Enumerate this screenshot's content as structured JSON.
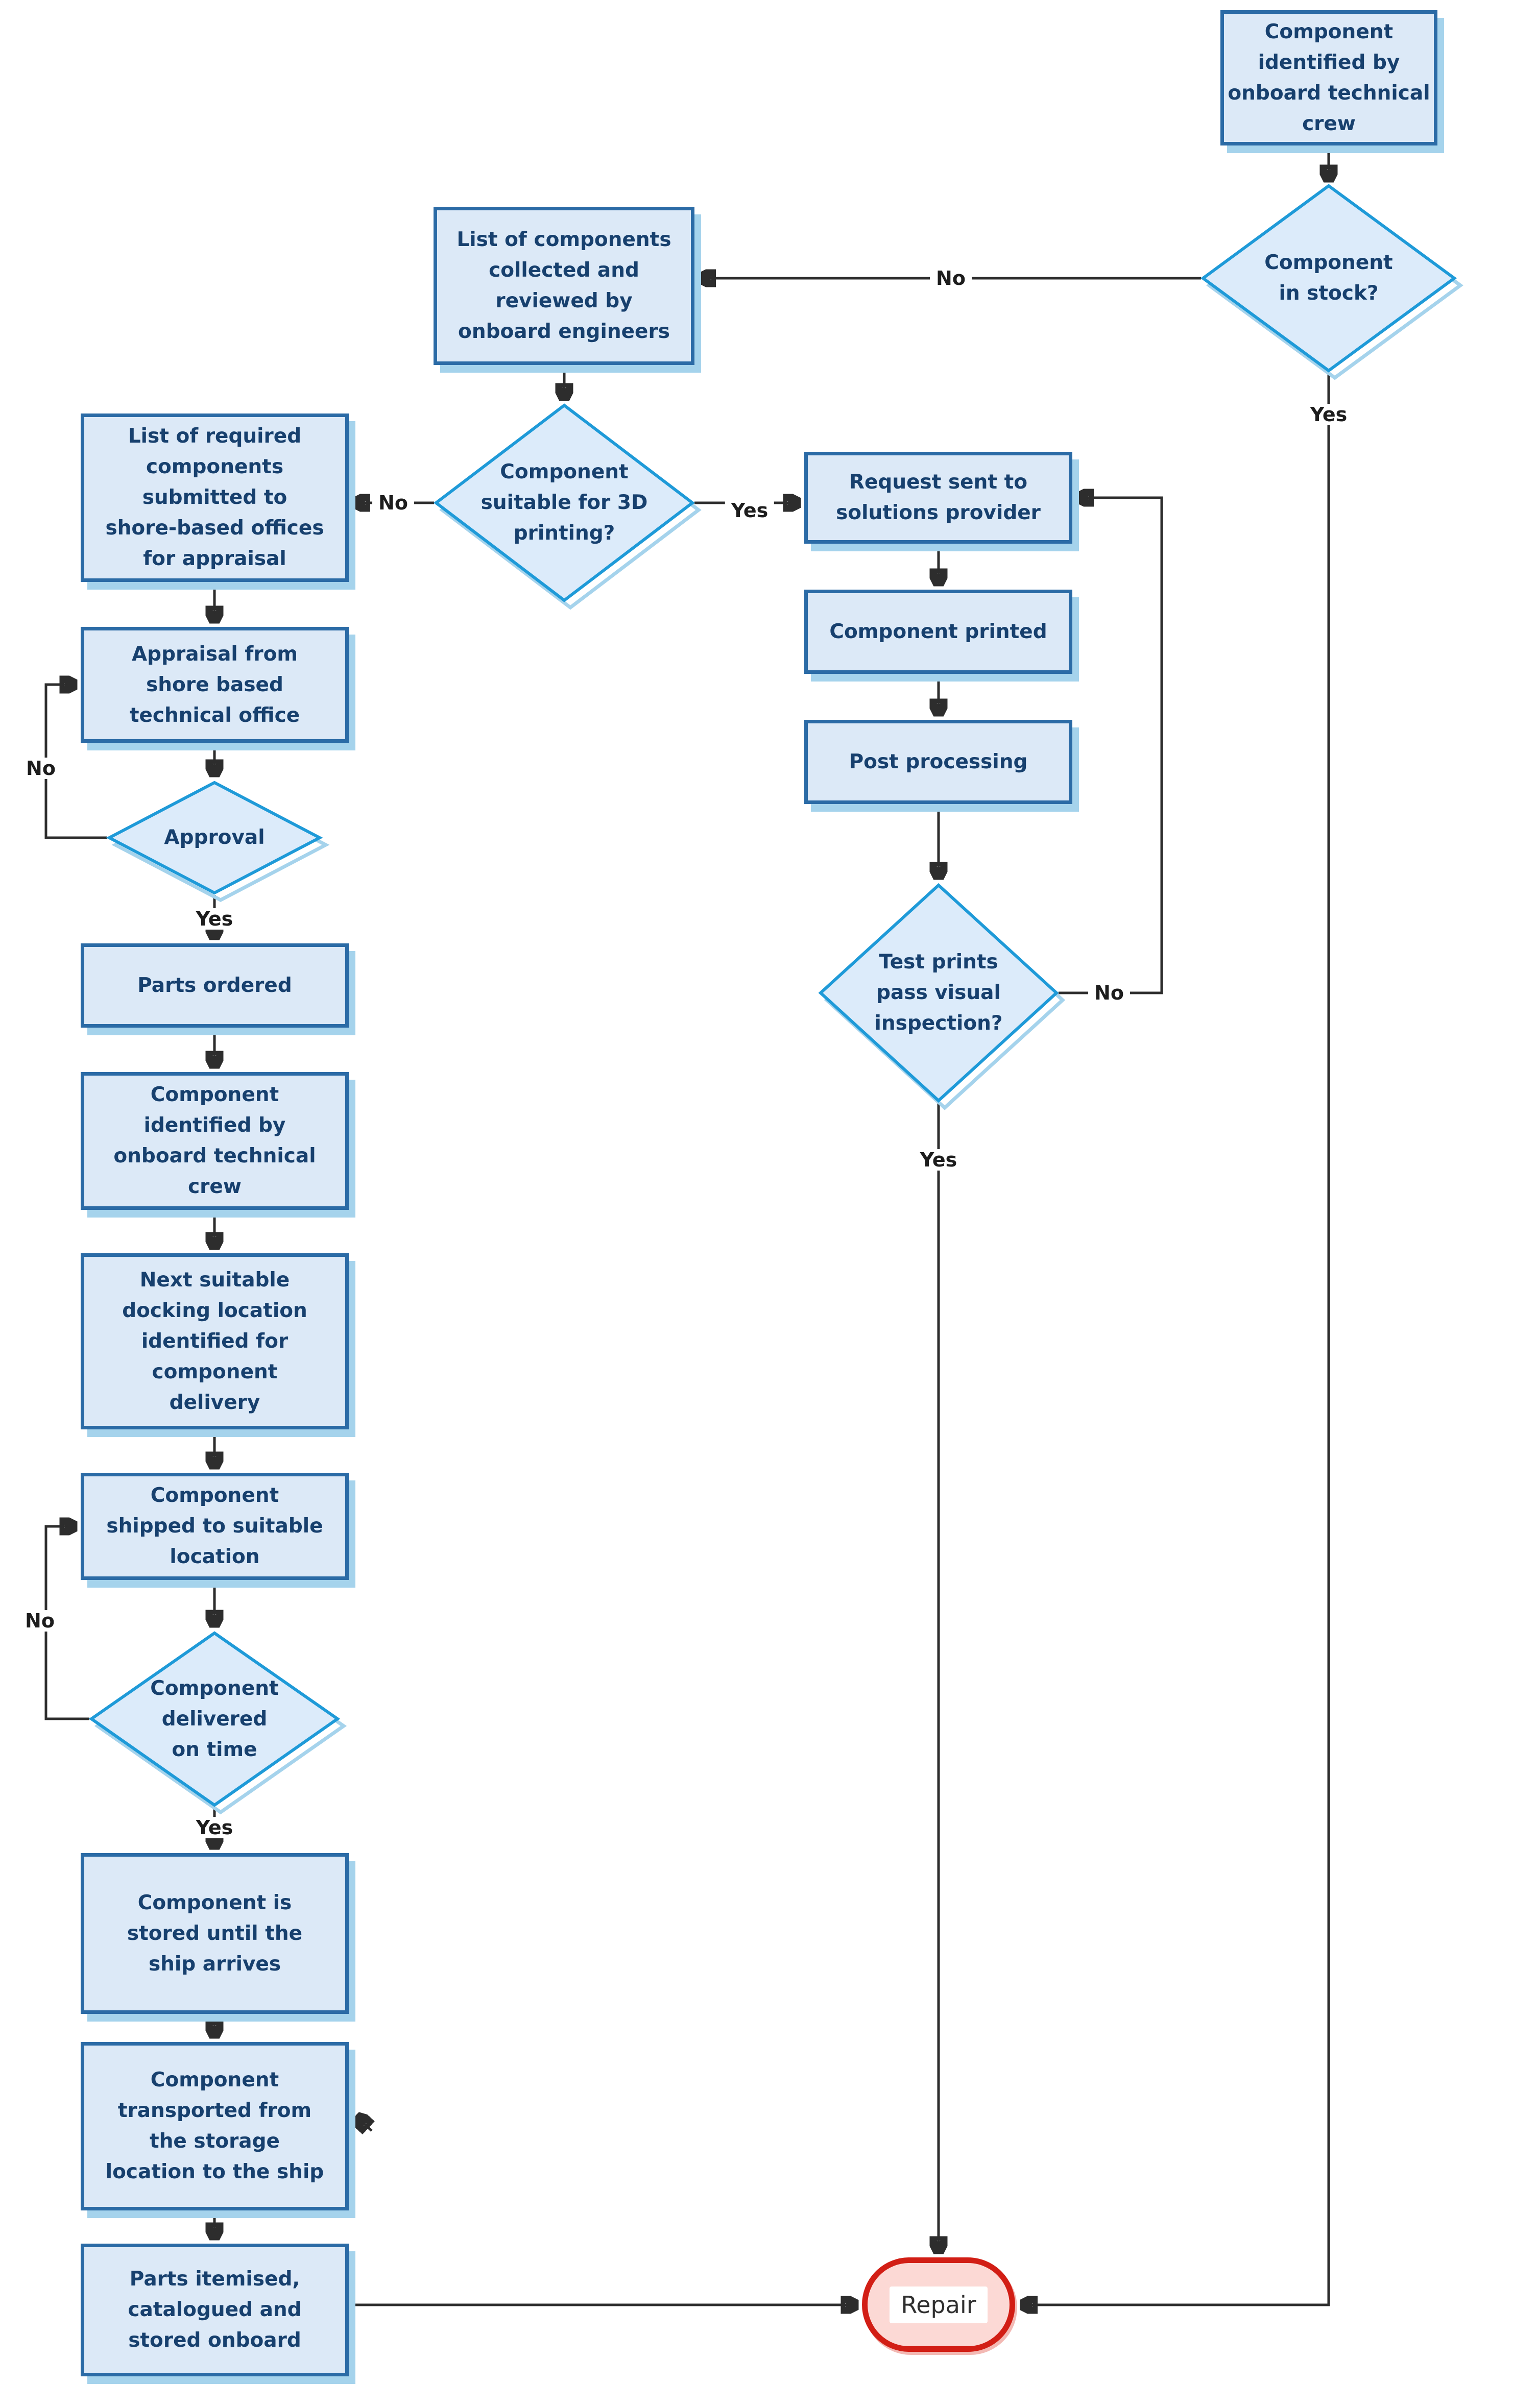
{
  "nodes": {
    "r1": {
      "type": "process",
      "label": "Component\nidentified by\nonboard technical\ncrew"
    },
    "d5": {
      "type": "decision",
      "label": "Component\nin stock?"
    },
    "mt": {
      "type": "process",
      "label": "List of components\ncollected and\nreviewed by\nonboard engineers"
    },
    "d3": {
      "type": "decision",
      "label": "Component\nsuitable for 3D\nprinting?"
    },
    "l1": {
      "type": "process",
      "label": "List of required\ncomponents\nsubmitted to\nshore-based offices\nfor appraisal"
    },
    "l2": {
      "type": "process",
      "label": "Appraisal from\nshore based\ntechnical office"
    },
    "d1": {
      "type": "decision",
      "label": "Approval"
    },
    "l3": {
      "type": "process",
      "label": "Parts ordered"
    },
    "l4": {
      "type": "process",
      "label": "Component\nidentified by\nonboard technical\ncrew"
    },
    "l5": {
      "type": "process",
      "label": "Next suitable\ndocking location\nidentified for\ncomponent\ndelivery"
    },
    "l6": {
      "type": "process",
      "label": "Component\nshipped to suitable\nlocation"
    },
    "d2": {
      "type": "decision",
      "label": "Component\ndelivered\non time"
    },
    "l7": {
      "type": "process",
      "label": "Component is\nstored until the\nship arrives"
    },
    "l8": {
      "type": "process",
      "label": "Component\ntransported from\nthe storage\nlocation to the ship"
    },
    "l9": {
      "type": "process",
      "label": "Parts itemised,\ncatalogued and\nstored onboard"
    },
    "m1": {
      "type": "process",
      "label": "Request sent to\nsolutions provider"
    },
    "m2": {
      "type": "process",
      "label": "Component printed"
    },
    "m3": {
      "type": "process",
      "label": "Post processing"
    },
    "d4": {
      "type": "decision",
      "label": "Test prints\npass visual\ninspection?"
    },
    "repair": {
      "type": "terminal",
      "label": "Repair"
    }
  },
  "edge_labels": {
    "stock_no": "No",
    "stock_yes": "Yes",
    "printing_no": "No",
    "printing_yes": "Yes",
    "approval_no": "No",
    "approval_yes": "Yes",
    "delivered_no": "No",
    "delivered_yes": "Yes",
    "inspection_no": "No",
    "inspection_yes": "Yes"
  },
  "colors": {
    "box_fill": "#dce9f7",
    "box_border": "#2b6ba6",
    "box_shadow": "#a5d3ec",
    "diamond_fill": "#dcebfa",
    "diamond_border": "#1e9ad8",
    "node_text": "#17406e",
    "terminal_fill": "#fcd9d5",
    "terminal_border": "#d21e15",
    "connector": "#2d2d2d",
    "label_text": "#1d1d1d",
    "canvas_bg": "#ffffff"
  }
}
